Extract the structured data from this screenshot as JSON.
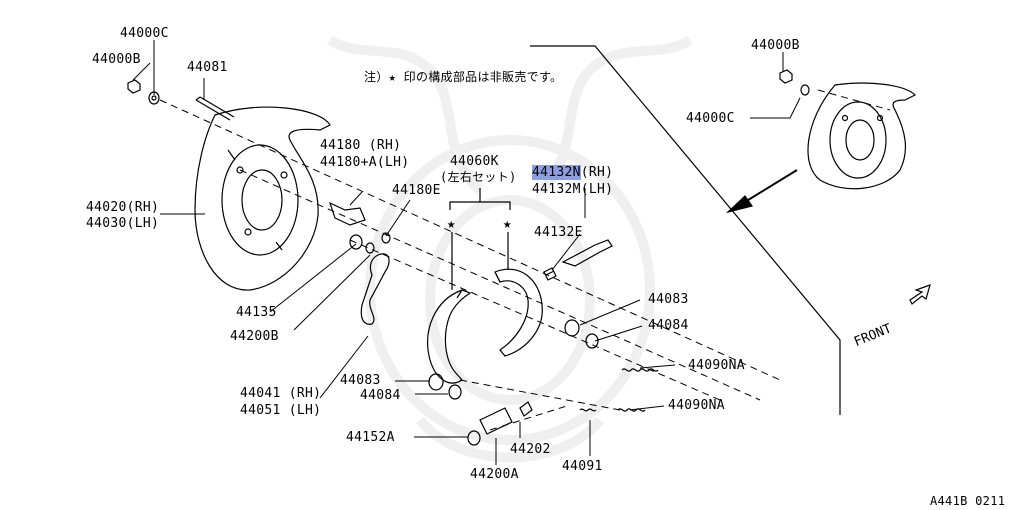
{
  "note": "注）★ 印の構成部品は非販売です。",
  "footer_code": "A441B 0211",
  "front_label": "FRONT",
  "highlight_color": "#8c9fe0",
  "highlight_part": "44132N",
  "labels": {
    "p44000C_left": "44000C",
    "p44000B_left": "44000B",
    "p44081": "44081",
    "p44180": "44180  (RH)",
    "p44180A": "44180+A(LH)",
    "p44060K": "44060K",
    "p44060K_sub": "(左右セット)",
    "p44132N_part": "44132N",
    "p44132N_rest": "(RH)",
    "p44132M": "44132M(LH)",
    "p44180E": "44180E",
    "p44020": "44020(RH)",
    "p44030": "44030(LH)",
    "p44132E": "44132E",
    "p44135": "44135",
    "p44200B": "44200B",
    "p44083_right": "44083",
    "p44084_right": "44084",
    "p44090NA_upper": "44090NA",
    "p44090NA_lower": "44090NA",
    "p44041": "44041 (RH)",
    "p44051": "44051 (LH)",
    "p44083_left": "44083",
    "p44084_left": "44084",
    "p44152A": "44152A",
    "p44202": "44202",
    "p44200A": "44200A",
    "p44091": "44091",
    "p44000B_right": "44000B",
    "p44000C_right": "44000C"
  }
}
